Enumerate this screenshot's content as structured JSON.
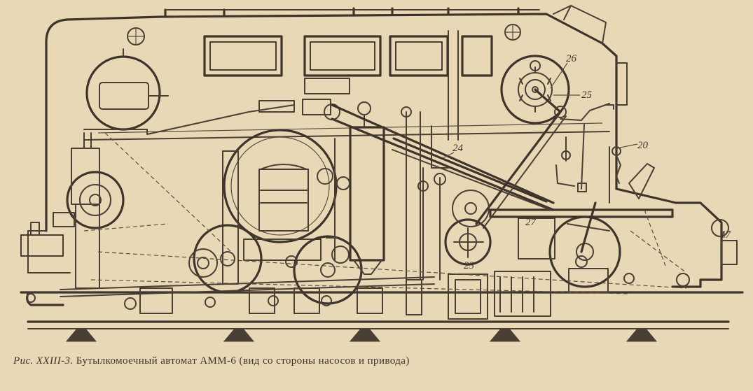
{
  "figure": {
    "caption_label": "Рис. XXIII-3.",
    "caption_text": "Бутылкомоечный автомат АММ-6 (вид со стороны насосов и привода)"
  },
  "callouts": {
    "c26": "26",
    "c25": "25",
    "c24": "24",
    "c20": "20",
    "c27": "27",
    "c23": "23",
    "c17": "17"
  }
}
